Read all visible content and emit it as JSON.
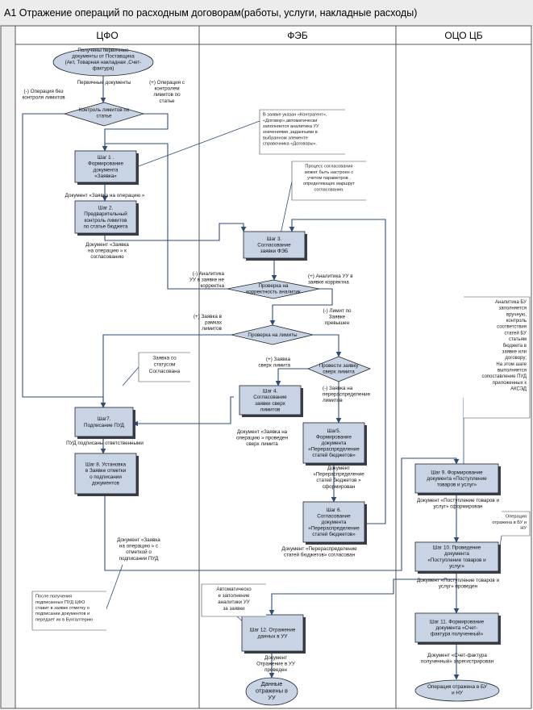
{
  "title": "A1 Отражение операций по расходным договорам(работы, услуги, накладные расходы)",
  "lanes": [
    "ЦФО",
    "ФЭБ",
    "ОЦО ЦБ"
  ],
  "terminals": {
    "start": [
      "Получены первичные",
      "документы от Поставщика",
      "(Акт, Товарная накладная ,Счет-",
      "фактура)"
    ],
    "end_data": [
      "Данные",
      "отражены в",
      "УУ"
    ],
    "end_ocb": [
      "Операция отражена в БУ",
      "и НУ"
    ]
  },
  "decisions": {
    "limits_article": [
      "Контроль лимитов по",
      "статье"
    ],
    "analytics_check": [
      "Проверка на",
      "корректность аналитик"
    ],
    "limits_check": [
      "Проверка на лимиты"
    ],
    "redistribution_check": [
      "Провести заявку",
      "сверх лимита"
    ]
  },
  "steps": {
    "s1": [
      "Шаг 1 .",
      "Формирование",
      "документа",
      "«Заявка»"
    ],
    "s2": [
      "Шаг 2.",
      "Предварительный",
      "контроль лимитов",
      "по статье бюджета"
    ],
    "s3": [
      "Шаг 3.",
      "Согласование",
      "заявки ФЭБ"
    ],
    "s4": [
      "Шаг 4.",
      "Согласование",
      "заявки сверх",
      "лимитов"
    ],
    "s5": [
      "Шаг5.",
      "Формирование",
      "документа",
      "«Перераспределение",
      "статей бюджетов»"
    ],
    "s6": [
      "Шаг 6.",
      "Согласование",
      "документа",
      "«Перераспределение",
      "статей бюджетов»"
    ],
    "s7": [
      "Шаг7.",
      "Подписание ПУД"
    ],
    "s8": [
      "Шаг 8. Установка",
      "в Заявке отметки",
      "о подписании",
      "документов"
    ],
    "s9": [
      "Шаг 9. Формирование",
      "документа «Поступление",
      "товаров и услуг»"
    ],
    "s10": [
      "Шаг 10. Проведение",
      "документа",
      "«Поступление товаров и",
      "услуг»"
    ],
    "s11": [
      "Шаг 11. Формирование",
      "документа «Счет-",
      "фактура полученный»"
    ],
    "s12": [
      "Шаг 12. Отражение",
      "данных в УУ"
    ]
  },
  "notes": {
    "contragent": [
      "В заявке указан «Контрагент»,",
      "«Договор»,автоматически",
      "заполняется аналитика УУ",
      "значениями ,заданными в",
      "выбранном элементе",
      "справочника «Договоры»."
    ],
    "approval_process": [
      "Процесс согласования",
      "может быть настроен с",
      "учетом параметров ,",
      "определяющих маршрут",
      "согласования."
    ],
    "status": [
      "Заявка со",
      "статусом",
      "Согласована"
    ],
    "bu_analytics": [
      "Аналитика БУ",
      "заполняется",
      "вручную,",
      "контроль",
      "соответствия",
      "статей БУ",
      "статьям",
      "бюджета в",
      "заявке или",
      "договору;",
      "",
      "На этом шаге",
      "выполняется",
      "сопоставление ПУД",
      "приложенных к",
      "АКСЭД"
    ],
    "op_reflected": [
      "Операция",
      "отражена в БУ и",
      "НУ"
    ],
    "after_receipt": [
      "После получения",
      "подписанных ПУД ЦФО",
      "ставит в заявке отметку о",
      "подписании документов и",
      "передает их в Бухгалтерию"
    ],
    "auto_fill": [
      "Автоматическо",
      "е заполнение",
      "аналитики УУ",
      "за заявки"
    ]
  },
  "labels": {
    "primary_docs": [
      "Первичные документы"
    ],
    "op_no_limit": [
      "(-) Операция без",
      "контроля лимитов"
    ],
    "op_with_limit": [
      "(+) Операция с",
      "контролем",
      "лимитов по",
      "статье"
    ],
    "doc_request": [
      "Документ «Заявка на операцию »"
    ],
    "doc_request_agree": [
      "Документ «Заявка",
      "на операцию » к",
      "согласованию"
    ],
    "analytics_wrong": [
      "(-) Аналитика",
      "УУ в заявке не",
      "корректна"
    ],
    "analytics_ok": [
      "(+) Аналитика УУ в",
      "заявке корректна"
    ],
    "within_limits": [
      "(+) Заявка в",
      "рамках",
      "лимитов"
    ],
    "limit_exceeded": [
      "(-) Лимит по",
      "Заявке",
      "превышен"
    ],
    "over_limit_yes": [
      "(+) Заявка",
      "сверх лимита"
    ],
    "redistribution": [
      "(-) Заявка на",
      "перераспределение",
      "лимитов"
    ],
    "doc_over_limit": [
      "Документ «Заявка на",
      "операцию » проведен",
      "сверх лимита"
    ],
    "doc_redistr_formed": [
      "Документ",
      "«Перераспределение",
      "статей бюджетов »",
      "сформирован"
    ],
    "doc_redistr_agreed": [
      "Документ «Перераспределение",
      "статей бюджетов» согласован"
    ],
    "pud_signed": [
      "ПУД подписаны ответственными"
    ],
    "doc_request_pud": [
      "Документ «Заявка",
      "на операцию » с",
      "отметкой о",
      "подписании ПУД"
    ],
    "doc_receipt_formed": [
      "Документ «Поступление товаров и",
      "услуг» сформирован"
    ],
    "doc_receipt_posted": [
      "Документ «Поступление товаров и",
      "услуг» проведен"
    ],
    "doc_invoice_reg": [
      "Документ «Счет-фактура",
      "полученный» зарегистрирован"
    ],
    "doc_reflected_uu": [
      "Документ",
      "Отражение в УУ",
      "проведен"
    ]
  }
}
